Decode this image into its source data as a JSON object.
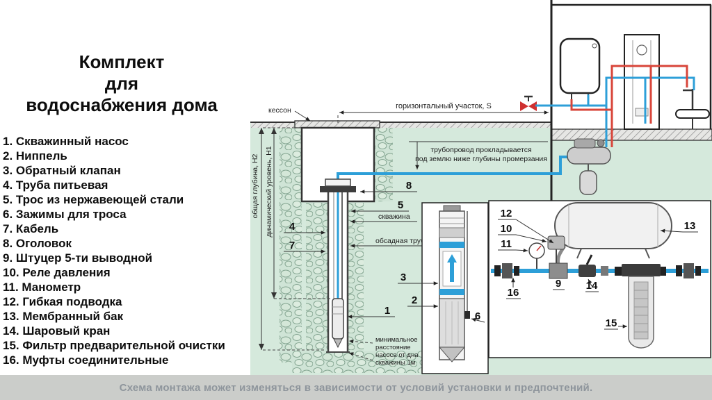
{
  "title": {
    "line1": "Комплект",
    "line2": "для",
    "line3": "водоснабжения дома"
  },
  "parts": [
    "1. Скважинный насос",
    "2. Ниппель",
    "3. Обратный клапан",
    "4. Труба питьевая",
    "5. Трос из нержавеющей стали",
    "6. Зажимы для троса",
    "7. Кабель",
    "8. Оголовок",
    "9. Штуцер 5-ти выводной",
    "10. Реле давления",
    "11. Манометр",
    "12. Гибкая подводка",
    "13. Мембранный бак",
    "14. Шаровый кран",
    "15. Фильтр предварительной очистки",
    "16. Муфты соединительные"
  ],
  "diagram": {
    "labels": {
      "caisson": "кессон",
      "horizontal_section": "горизонтальный участок, S",
      "pipeline_note_1": "трубопровод прокладывается",
      "pipeline_note_2": "под землю ниже глубины промерзания",
      "borehole": "скважина",
      "casing_pipe": "обсадная труба",
      "total_depth": "общая глубина, Н2",
      "dynamic_level": "динамический уровень, Н1",
      "min_distance_1": "минимальное",
      "min_distance_2": "расстояние",
      "min_distance_3": "насоса от дна",
      "min_distance_4": "скважины 1м"
    },
    "callouts": {
      "n1": "1",
      "n2": "2",
      "n3": "3",
      "n4": "4",
      "n5": "5",
      "n6": "6",
      "n7": "7",
      "n8": "8",
      "n9": "9",
      "n10": "10",
      "n11": "11",
      "n12": "12",
      "n13": "13",
      "n14": "14",
      "n15": "15",
      "n16": "16"
    }
  },
  "footer": "Схема монтажа может изменяться в зависимости от условий установки и предпочтений.",
  "colors": {
    "cold_pipe": "#2d9fd8",
    "hot_pipe": "#d8453a",
    "ground_green": "#d5e9dc",
    "footer_bg": "#cbcdca"
  }
}
